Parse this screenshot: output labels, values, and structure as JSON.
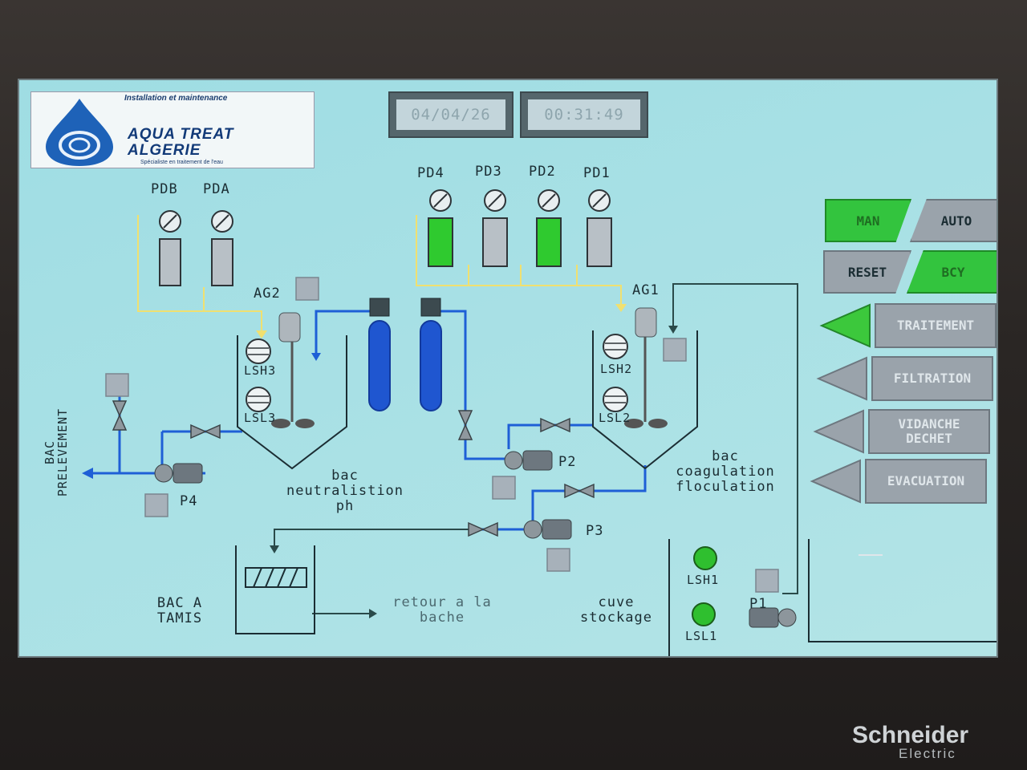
{
  "logo": {
    "top_line": "Installation et maintenance",
    "name_line1": "AQUA TREAT",
    "name_line2": "ALGERIE",
    "tagline": "Spécialiste en traitement de l'eau"
  },
  "header": {
    "date": "04/04/26",
    "time": "00:31:49"
  },
  "dosing_pumps": {
    "pdb": "PDB",
    "pda": "PDA",
    "pd4": "PD4",
    "pd3": "PD3",
    "pd2": "PD2",
    "pd1": "PD1"
  },
  "agitators": {
    "ag1": "AG1",
    "ag2": "AG2"
  },
  "level_sensors": {
    "lsh3": "LSH3",
    "lsl3": "LSL3",
    "lsh2": "LSH2",
    "lsl2": "LSL2",
    "lsh1": "LSH1",
    "lsl1": "LSL1"
  },
  "pumps": {
    "p1": "P1",
    "p2": "P2",
    "p3": "P3",
    "p4": "P4"
  },
  "tanks": {
    "neutralisation": [
      "bac",
      "neutralistion",
      "ph"
    ],
    "coagulation": [
      "bac",
      "coagulation",
      "floculation"
    ],
    "tamis": [
      "BAC A",
      "TAMIS"
    ],
    "retour": [
      "retour a la",
      "bache"
    ],
    "stockage": [
      "cuve",
      "stockage"
    ],
    "prelevement": [
      "BAC",
      "PRELEVEMENT"
    ]
  },
  "mode_buttons": {
    "man": "MAN",
    "auto": "AUTO",
    "reset": "RESET",
    "bcy": "BCY"
  },
  "menu": {
    "traitement": "TRAITEMENT",
    "filtration": "FILTRATION",
    "vidanche1": "VIDANCHE",
    "vidanche2": "DECHET",
    "evacuation": "EVACUATION"
  },
  "brand": {
    "name": "Schneider",
    "sub": "Electric"
  },
  "colors": {
    "screen": "#a9dfe4",
    "active": "#33c43e",
    "pipe_water": "#1e5fd6",
    "pipe_chem": "#f0e070",
    "button": "#9aa3ab"
  }
}
